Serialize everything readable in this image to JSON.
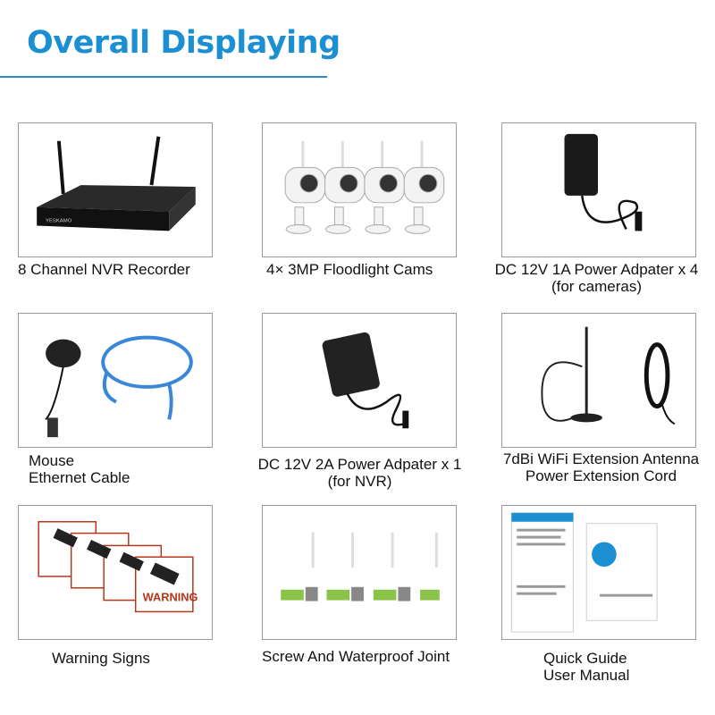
{
  "title": "Overall Displaying",
  "brand": "YESKAMO",
  "items": [
    {
      "lines": [
        "8 Channel NVR Recorder"
      ]
    },
    {
      "lines": [
        "4× 3MP Floodlight Cams"
      ]
    },
    {
      "lines": [
        "DC 12V 1A Power Adpater x 4",
        "(for cameras)"
      ]
    },
    {
      "lines": [
        "Mouse",
        "Ethernet Cable"
      ]
    },
    {
      "lines": [
        "DC 12V 2A Power Adpater x 1",
        "(for NVR)"
      ]
    },
    {
      "lines": [
        "7dBi WiFi Extension Antenna",
        "Power Extension Cord"
      ]
    },
    {
      "lines": [
        "Warning Signs"
      ]
    },
    {
      "lines": [
        "Screw And Waterproof Joint"
      ]
    },
    {
      "lines": [
        "Quick Guide",
        "User Manual"
      ]
    }
  ],
  "sign_text": "WARNING",
  "colors": {
    "title": "#1b8fd2",
    "sign": "#b5361c"
  }
}
